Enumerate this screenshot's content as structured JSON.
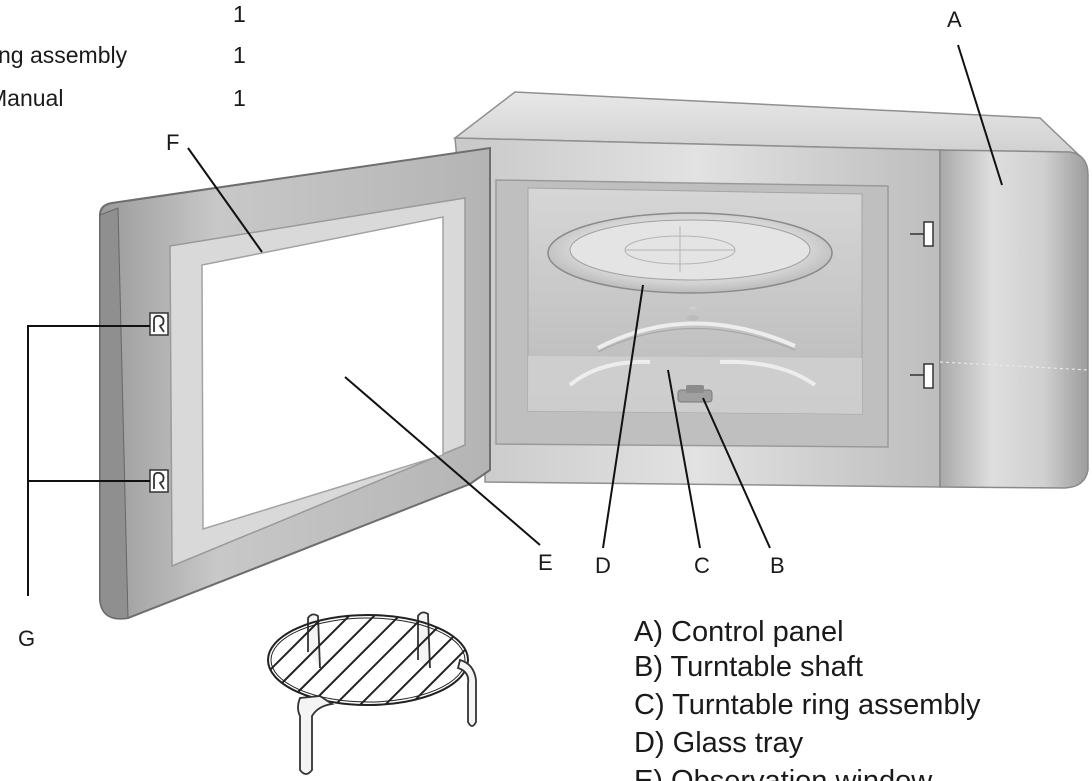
{
  "parts_list": [
    {
      "name": "",
      "qty": "1"
    },
    {
      "name": "ng assembly",
      "qty": "1"
    },
    {
      "name": "Manual",
      "qty": "1"
    }
  ],
  "callouts": {
    "A": "A",
    "B": "B",
    "C": "C",
    "D": "D",
    "E": "E",
    "F": "F",
    "G": "G"
  },
  "legend": [
    "A) Control panel",
    "B) Turntable shaft",
    "C) Turntable ring assembly",
    "D) Glass tray",
    "E) Observation window"
  ]
}
